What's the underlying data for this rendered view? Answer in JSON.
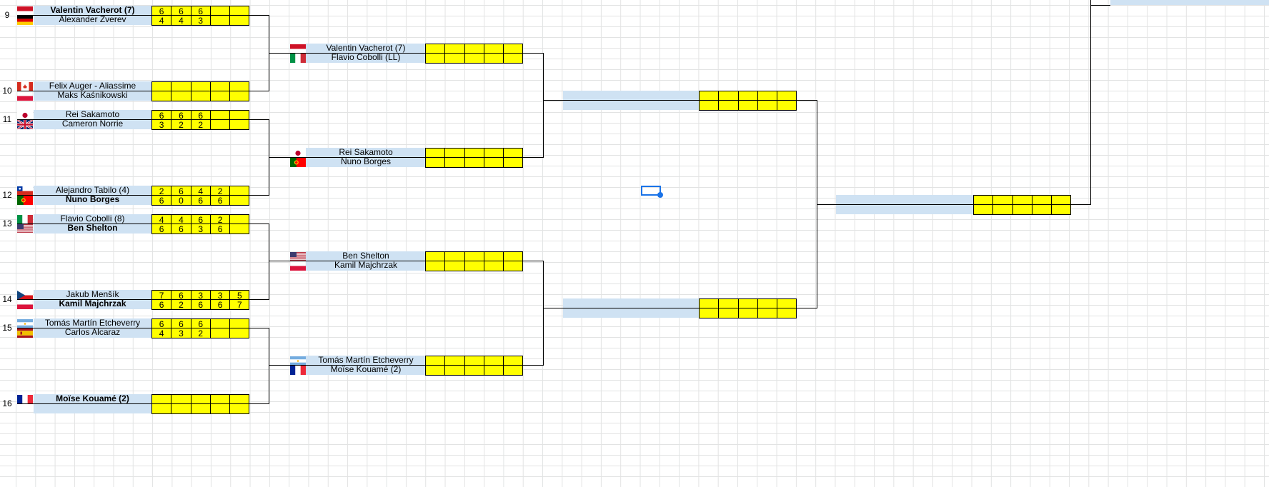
{
  "app": {
    "type": "spreadsheet",
    "selection_color": "#1a73e8"
  },
  "colors": {
    "name_cell": "#cfe2f3",
    "score_cell": "#ffff00",
    "grid": "#e2e3e3",
    "line": "#000000"
  },
  "round1": [
    {
      "seed": "9",
      "p1": {
        "name": "Valentin Vacherot (7)",
        "flag": "monaco",
        "bold": true,
        "sets": [
          "6",
          "6",
          "6",
          "",
          ""
        ]
      },
      "p2": {
        "name": "Alexander Zverev",
        "flag": "germany",
        "bold": false,
        "sets": [
          "4",
          "4",
          "3",
          "",
          ""
        ]
      }
    },
    {
      "seed": "10",
      "p1": {
        "name": "Felix Auger - Aliassime",
        "flag": "canada",
        "bold": false,
        "sets": [
          "",
          "",
          "",
          "",
          ""
        ]
      },
      "p2": {
        "name": "Maks Kaśnikowski",
        "flag": "poland",
        "bold": false,
        "sets": [
          "",
          "",
          "",
          "",
          ""
        ]
      }
    },
    {
      "seed": "11",
      "p1": {
        "name": "Rei Sakamoto",
        "flag": "japan",
        "bold": false,
        "sets": [
          "6",
          "6",
          "6",
          "",
          ""
        ]
      },
      "p2": {
        "name": "Cameron Norrie",
        "flag": "uk",
        "bold": false,
        "sets": [
          "3",
          "2",
          "2",
          "",
          ""
        ]
      }
    },
    {
      "seed": "12",
      "p1": {
        "name": "Alejandro Tabilo (4)",
        "flag": "chile",
        "bold": false,
        "sets": [
          "2",
          "6",
          "4",
          "2",
          ""
        ]
      },
      "p2": {
        "name": "Nuno Borges",
        "flag": "portugal",
        "bold": true,
        "sets": [
          "6",
          "0",
          "6",
          "6",
          ""
        ]
      }
    },
    {
      "seed": "13",
      "p1": {
        "name": "Flavio Cobolli (8)",
        "flag": "italy",
        "bold": false,
        "sets": [
          "4",
          "4",
          "6",
          "2",
          ""
        ]
      },
      "p2": {
        "name": "Ben Shelton",
        "flag": "usa",
        "bold": true,
        "sets": [
          "6",
          "6",
          "3",
          "6",
          ""
        ]
      }
    },
    {
      "seed": "14",
      "p1": {
        "name": "Jakub Menšík",
        "flag": "czechia",
        "bold": false,
        "sets": [
          "7",
          "6",
          "3",
          "3",
          "5"
        ]
      },
      "p2": {
        "name": "Kamil Majchrzak",
        "flag": "poland",
        "bold": true,
        "sets": [
          "6",
          "2",
          "6",
          "6",
          "7"
        ]
      }
    },
    {
      "seed": "15",
      "p1": {
        "name": "Tomás Martín Etcheverry",
        "flag": "argentina",
        "bold": false,
        "sets": [
          "6",
          "6",
          "6",
          "",
          ""
        ]
      },
      "p2": {
        "name": "Carlos Alcaraz",
        "flag": "spain",
        "bold": false,
        "sets": [
          "4",
          "3",
          "2",
          "",
          ""
        ]
      }
    },
    {
      "seed": "16",
      "p1": {
        "name": "Moïse Kouamé (2)",
        "flag": "france",
        "bold": true,
        "sets": [
          "",
          "",
          "",
          "",
          ""
        ]
      },
      "p2": {
        "name": "",
        "flag": "",
        "bold": false,
        "sets": [
          "",
          "",
          "",
          "",
          ""
        ]
      }
    }
  ],
  "round2": [
    {
      "p1": {
        "name": "Valentin Vacherot (7)",
        "flag": "monaco"
      },
      "p2": {
        "name": "Flavio Cobolli (LL)",
        "flag": "italy"
      }
    },
    {
      "p1": {
        "name": "Rei Sakamoto",
        "flag": "japan"
      },
      "p2": {
        "name": "Nuno Borges",
        "flag": "portugal"
      }
    },
    {
      "p1": {
        "name": "Ben Shelton",
        "flag": "usa"
      },
      "p2": {
        "name": "Kamil Majchrzak",
        "flag": "poland"
      }
    },
    {
      "p1": {
        "name": "Tomás Martín Etcheverry",
        "flag": "argentina"
      },
      "p2": {
        "name": "Moïse Kouamé (2)",
        "flag": "france"
      }
    }
  ],
  "round3": [
    {
      "p1": "",
      "p2": ""
    },
    {
      "p1": "",
      "p2": ""
    }
  ],
  "round4": [
    {
      "p1": "",
      "p2": ""
    }
  ]
}
